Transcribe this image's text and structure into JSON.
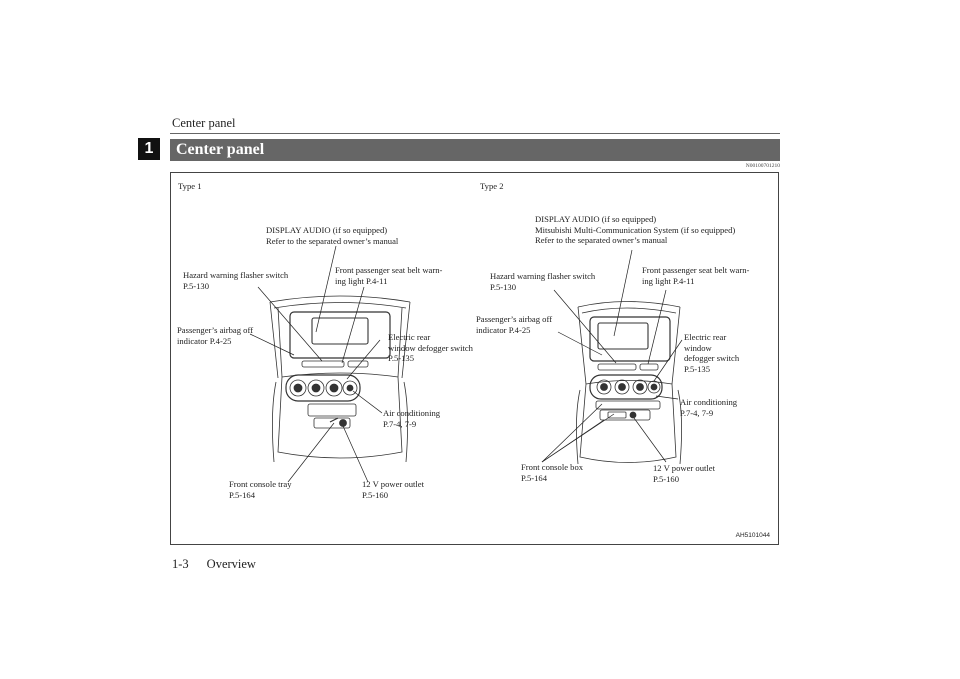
{
  "page": {
    "running_head": "Center panel",
    "chapter_number": "1",
    "section_title": "Center panel",
    "doc_code": "N00100701210",
    "figure_code": "AH5101044",
    "footer": {
      "page_number": "1-3",
      "chapter_name": "Overview"
    }
  },
  "figure": {
    "type1": {
      "title": "Type 1",
      "labels": {
        "display_audio": [
          "DISPLAY AUDIO (if so equipped)",
          "Refer to the separated owner’s manual"
        ],
        "hazard": [
          "Hazard warning flasher switch",
          "P.5-130"
        ],
        "seat_belt": [
          "Front passenger seat belt warn-",
          "ing light P.4-11"
        ],
        "airbag": [
          "Passenger’s airbag off",
          "indicator P.4-25"
        ],
        "defogger": [
          "Electric rear",
          "window defogger switch",
          "P.5-135"
        ],
        "air_conditioning": [
          "Air conditioning",
          "P.7-4, 7-9"
        ],
        "console": [
          "Front console tray",
          "P.5-164"
        ],
        "power_outlet": [
          "12 V power outlet",
          "P.5-160"
        ]
      }
    },
    "type2": {
      "title": "Type 2",
      "labels": {
        "display_audio": [
          "DISPLAY AUDIO (if so equipped)",
          "Mitsubishi Multi-Communication System (if so equipped)",
          "Refer to the separated owner’s manual"
        ],
        "hazard": [
          "Hazard warning flasher switch",
          "P.5-130"
        ],
        "seat_belt": [
          "Front passenger seat belt warn-",
          "ing light P.4-11"
        ],
        "airbag": [
          "Passenger’s airbag off",
          "indicator P.4-25"
        ],
        "defogger": [
          "Electric rear",
          "window",
          "defogger switch",
          "P.5-135"
        ],
        "air_conditioning": [
          "Air conditioning",
          "P.7-4, 7-9"
        ],
        "console": [
          "Front console box",
          "P.5-164"
        ],
        "power_outlet": [
          "12 V power outlet",
          "P.5-160"
        ]
      }
    }
  }
}
